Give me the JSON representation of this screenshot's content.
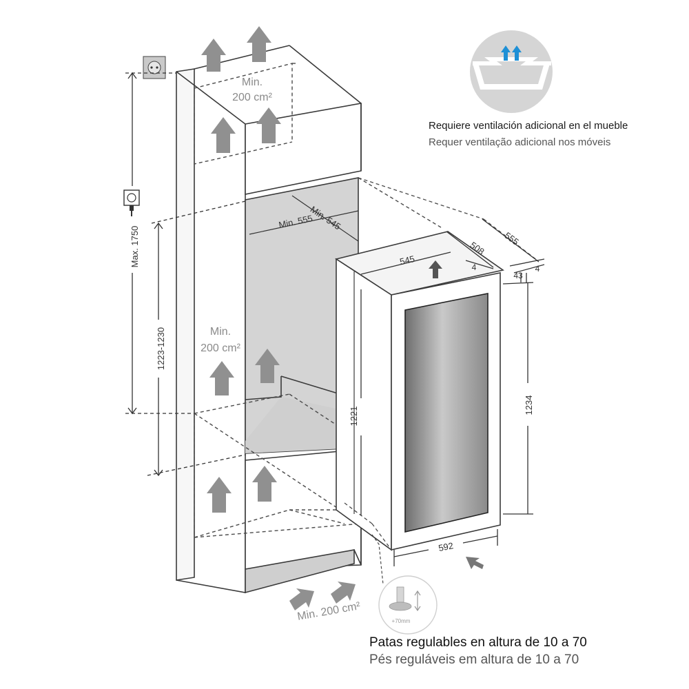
{
  "colors": {
    "line": "#3a3a3a",
    "dash": "#4a4a4a",
    "shade": "#d2d2d2",
    "arrow": "#8e8e8e",
    "label_grey": "#8a8a8a",
    "vent_icon": "#1e90d6"
  },
  "labels": {
    "vent_top": {
      "line1": "Min.",
      "line2": "200 cm²"
    },
    "vent_mid": {
      "line1": "Min.",
      "line2": "200 cm²"
    },
    "vent_bottom": "Min. 200 cm²",
    "min_555": "Min. 555",
    "min_545": "Min. 545",
    "max_1750": "Max. 1750",
    "niche_height": "1223-1230"
  },
  "dimensions": {
    "width_top": "545",
    "depth_508": "508",
    "depth_555": "555",
    "gap_4": "4",
    "gap_4b": "4",
    "depth_43": "43",
    "height_1221": "1221",
    "height_1234": "1234",
    "width_592": "592",
    "feet_scale": "+70mm"
  },
  "captions": {
    "ventilation_es": "Requiere ventilación adicional en el mueble",
    "ventilation_pt": "Requer ventilação adicional nos móveis",
    "feet_es": "Patas regulables en altura de 10 a 70",
    "feet_pt": "Pés reguláveis em altura de 10 a 70"
  },
  "icons": {
    "socket": "wall-socket-icon",
    "plug": "plug-icon",
    "airflow": "airflow-arrow-icon",
    "vent_circle": "ventilation-circle-icon",
    "feet_circle": "adjustable-feet-icon"
  }
}
